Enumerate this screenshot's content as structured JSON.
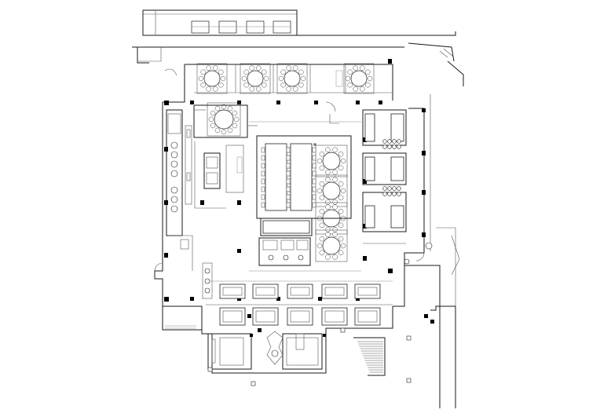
{
  "drawing": {
    "kind": "restaurant floor plan",
    "text_labels": [],
    "legend": null
  },
  "elements": {
    "round_tables_top_row": 4,
    "round_table_left_room": 1,
    "round_tables_center_column": 4,
    "long_tables_center": 3,
    "booth_rows_bottom": 2,
    "private_rooms_bottom": 2,
    "staircase": 1
  },
  "colors": {
    "lines": "#1a1a1a",
    "columns": "#000000",
    "background": "#ffffff"
  }
}
